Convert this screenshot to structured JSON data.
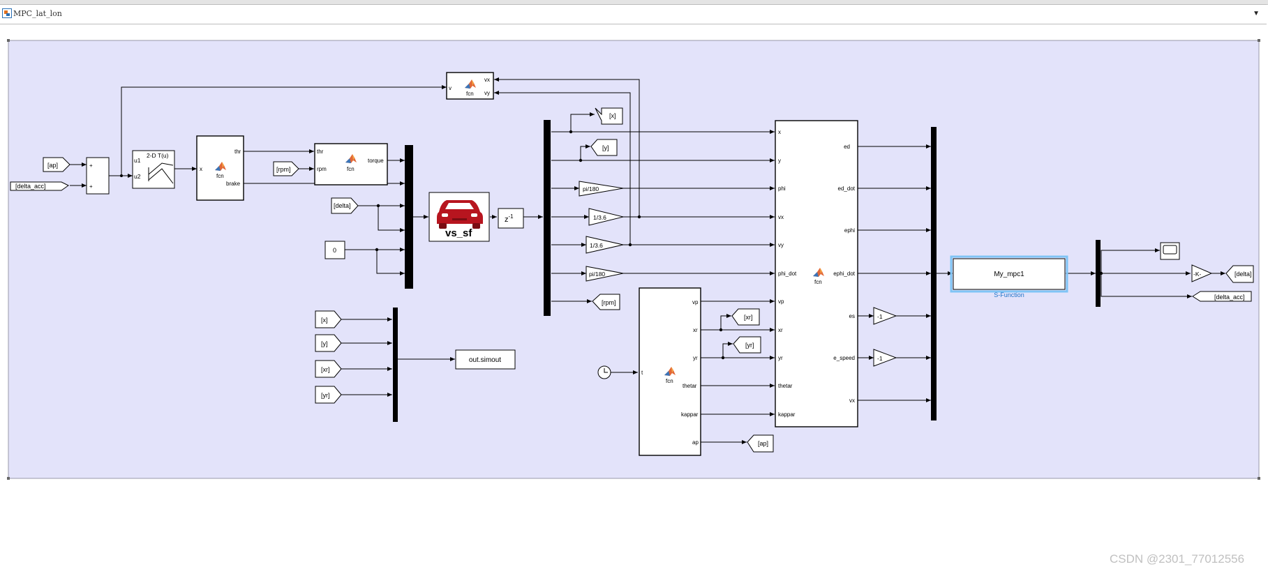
{
  "window": {
    "model_path": "MPC_lat_lon"
  },
  "watermark": "CSDN @2301_77012556",
  "blocks": {
    "fcn": "fcn",
    "lookup_2d": "2-D T(u)",
    "vehicle": "vs_sf",
    "delay_base": "z",
    "delay_exp": "-1",
    "sfunc_name": "My_mpc1",
    "sfunc_caption": "S-Function",
    "simout": "out.simout",
    "const_zero": "0",
    "gain_k": "-K-",
    "gain_neg1": "-1",
    "gain_pi180": "pi/180",
    "gain_inv36": "1/3.6",
    "sum_plus": "+"
  },
  "ports": {
    "v": "v",
    "vx": "vx",
    "vy": "vy",
    "u1": "u1",
    "u2": "u2",
    "x": "x",
    "thr": "thr",
    "brake": "brake",
    "rpm": "rpm",
    "torque": "torque",
    "y": "y",
    "phi": "phi",
    "phi_dot": "phi_dot",
    "vp": "vp",
    "xr": "xr",
    "yr": "yr",
    "thetar": "thetar",
    "kappar": "kappar",
    "t": "t",
    "ap": "ap",
    "ed": "ed",
    "ed_dot": "ed_dot",
    "ephi": "ephi",
    "ephi_dot": "ephi_dot",
    "es": "es",
    "e_speed": "e_speed"
  },
  "tags": {
    "ap": "[ap]",
    "delta_acc": "[delta_acc]",
    "rpm": "[rpm]",
    "delta": "[delta]",
    "x": "[x]",
    "y": "[y]",
    "xr": "[xr]",
    "yr": "[yr]"
  }
}
